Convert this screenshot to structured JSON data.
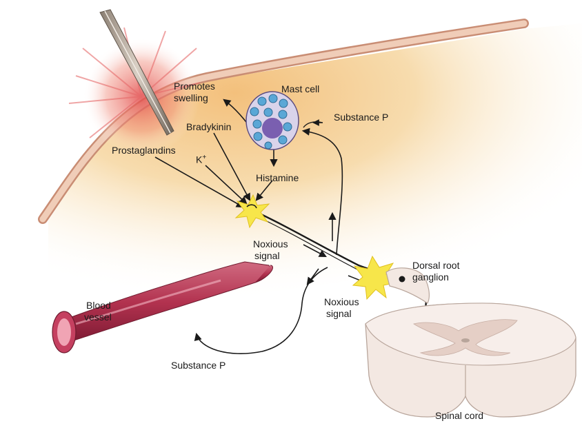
{
  "labels": {
    "promotes_swelling_1": "Promotes",
    "promotes_swelling_2": "swelling",
    "mast_cell": "Mast cell",
    "substance_p_top": "Substance P",
    "bradykinin": "Bradykinin",
    "prostaglandins": "Prostaglandins",
    "k_plus_base": "K",
    "k_plus_sup": "+",
    "histamine": "Histamine",
    "noxious_signal_left_1": "Noxious",
    "noxious_signal_left_2": "signal",
    "dorsal_root_ganglion_1": "Dorsal root",
    "dorsal_root_ganglion_2": "ganglion",
    "noxious_signal_right_1": "Noxious",
    "noxious_signal_right_2": "signal",
    "blood_vessel_1": "Blood",
    "blood_vessel_2": "vessel",
    "substance_p_bottom": "Substance P",
    "spinal_cord": "Spinal cord"
  },
  "colors": {
    "skin_fill": "#f6dfb6",
    "skin_border": "#c98d74",
    "inflammation": "#e24a4a",
    "mast_cell_body": "#d9d3ea",
    "granule": "#5aa7d6",
    "nucleus": "#7a5fb0",
    "vessel": "#b2324f",
    "spinal_cord": "#f3e8e2",
    "star": "#f7e64a",
    "nerve": "#1a1a1a"
  }
}
